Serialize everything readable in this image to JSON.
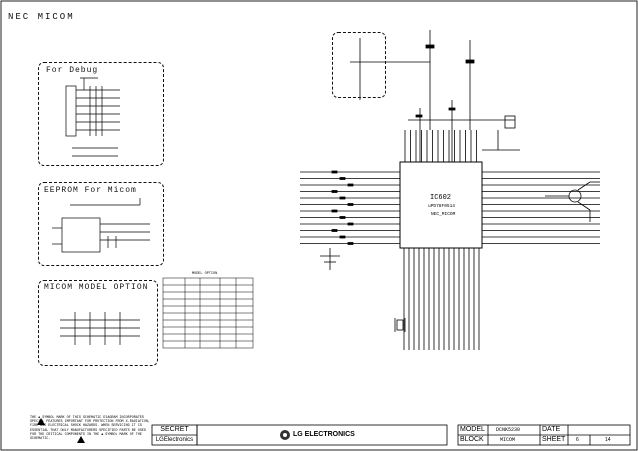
{
  "sheet_title": "NEC MICOM",
  "sections": {
    "debug": "For Debug",
    "eeprom": "EEPROM For Micom",
    "model_option": "MICOM MODEL OPTION",
    "model_option_table": "MODEL OPTION"
  },
  "ic": {
    "ref": "IC602",
    "part": "uPD78F0514",
    "label": "NEC_MICOM"
  },
  "disclaimer": "THE ▲ SYMBOL MARK OF THIS SCHEMATIC DIAGRAM INCORPORATES SPECIAL FEATURES IMPORTANT FOR PROTECTION FROM X-RADIATION, FIRE AND ELECTRICAL SHOCK HAZARDS. WHEN SERVICING IT IS ESSENTIAL THAT ONLY MANUFACTURERS SPECIFIED PARTS BE USED FOR THE CRITICAL COMPONENTS IN THE ▲ SYMBOL MARK OF THE SCHEMATIC.",
  "title_block": {
    "secret": "SECRET",
    "company_small": "LGElectronics",
    "company_logo": "LG ELECTRONICS",
    "model_label": "MODEL",
    "model_value": "DCNK5230",
    "block_label": "BLOCK",
    "block_value": "MICOM",
    "date_label": "DATE",
    "sheet_label": "SHEET",
    "sheet_value": "6",
    "sheet_total": "14"
  }
}
